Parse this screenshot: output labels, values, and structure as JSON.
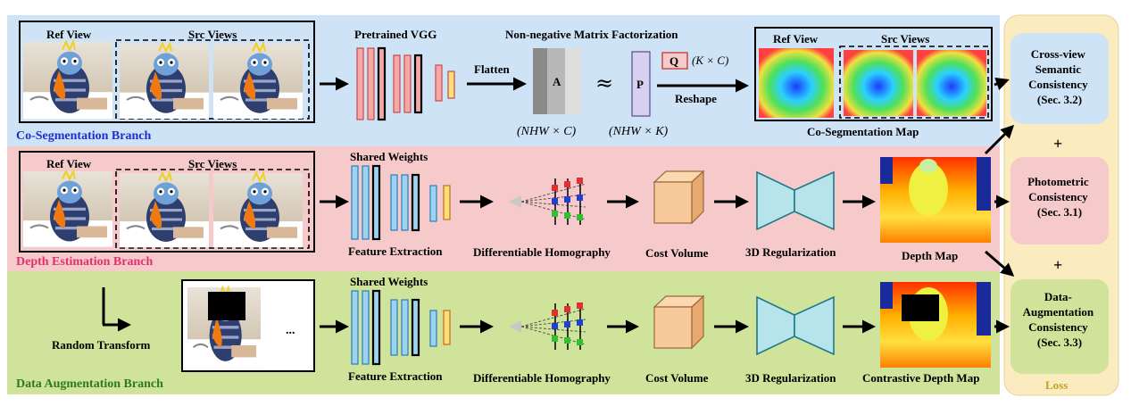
{
  "branches": {
    "coseg": {
      "title": "Co-Segmentation Branch",
      "ref_label": "Ref View",
      "src_label": "Src Views",
      "vgg_label": "Pretrained VGG",
      "nmf_label": "Non-negative Matrix Factorization",
      "flatten_label": "Flatten",
      "matrix_a": "A",
      "matrix_p": "P",
      "matrix_q": "Q",
      "approx_symbol": "≈",
      "dim_a": "(NHW × C)",
      "dim_p": "(NHW × K)",
      "dim_q": "(K × C)",
      "reshape_label": "Reshape",
      "out_ref_label": "Ref View",
      "out_src_label": "Src Views",
      "output_label": "Co-Segmentation Map",
      "color": "#cfe3f7"
    },
    "depth": {
      "title": "Depth Estimation Branch",
      "ref_label": "Ref View",
      "src_label": "Src Views",
      "shared_label": "Shared Weights",
      "feature_label": "Feature Extraction",
      "homography_label": "Differentiable Homography",
      "cost_label": "Cost Volume",
      "reg_label": "3D Regularization",
      "output_label": "Depth Map",
      "color": "#f6caca"
    },
    "aug": {
      "title": "Data Augmentation Branch",
      "transform_label": "Random Transform",
      "ellipsis": "...",
      "shared_label": "Shared Weights",
      "feature_label": "Feature Extraction",
      "homography_label": "Differentiable Homography",
      "cost_label": "Cost Volume",
      "reg_label": "3D Regularization",
      "output_label": "Contrastive Depth Map",
      "color": "#cfe39a"
    }
  },
  "loss": {
    "title": "Loss",
    "plus": "+",
    "items": [
      {
        "label": "Cross-view Semantic Consistency (Sec. 3.2)",
        "lines": [
          "Cross-view",
          "Semantic",
          "Consistency",
          "(Sec. 3.2)"
        ],
        "color": "#cfe3f7"
      },
      {
        "label": "Photometric Consistency (Sec. 3.1)",
        "lines": [
          "Photometric",
          "Consistency",
          "(Sec. 3.1)"
        ],
        "color": "#f6caca"
      },
      {
        "label": "Data-Augmentation Consistency (Sec. 3.3)",
        "lines": [
          "Data-",
          "Augmentation",
          "Consistency",
          "(Sec. 3.3)"
        ],
        "color": "#cfe39a"
      }
    ],
    "panel_color": "#fbecc0"
  },
  "colors": {
    "vgg_fill": "#f4a8a8",
    "vgg_stroke": "#c84a4a",
    "vgg_yellow": "#fbe07a",
    "feat_fill": "#9dd3f0",
    "feat_stroke": "#2a7fb8",
    "cube": "#f8c99a",
    "hourglass_fill": "#b7e3ea",
    "hourglass_stroke": "#1e7a8a",
    "coseg_title": "#1f2fc8",
    "depth_title": "#e0306f",
    "aug_title": "#2f7a1a",
    "loss_title": "#c0a020"
  }
}
